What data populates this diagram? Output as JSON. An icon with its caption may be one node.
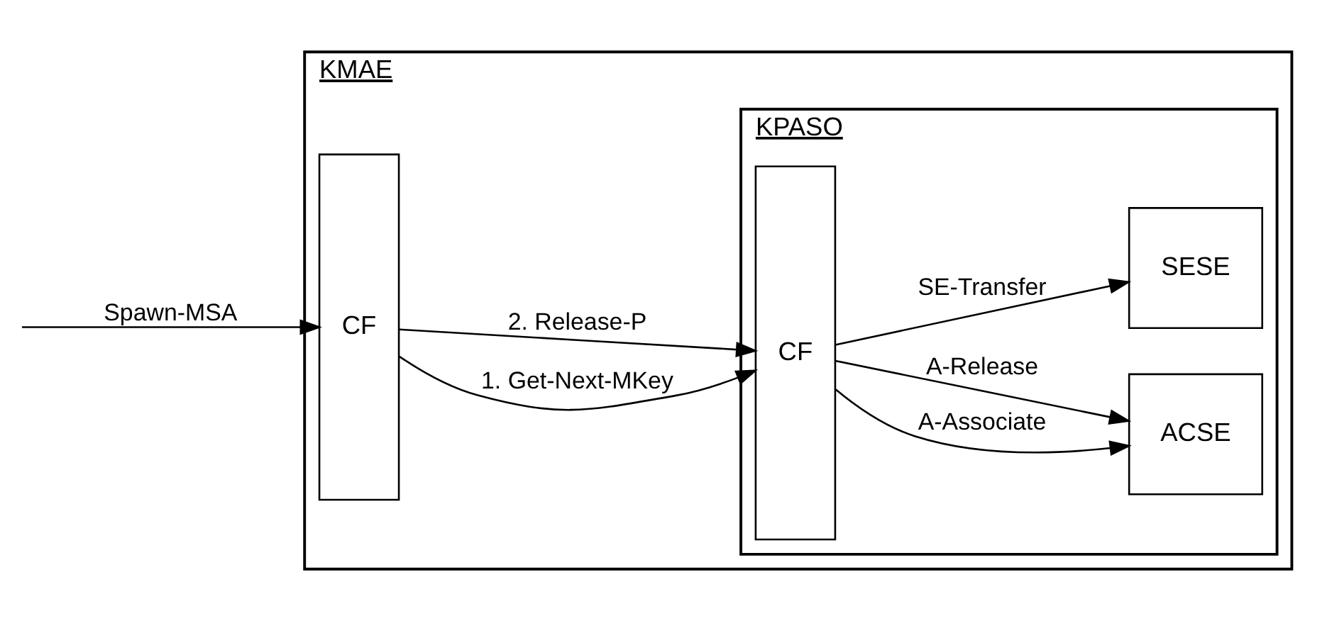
{
  "diagram": {
    "nodes": [
      {
        "text": [
          "KMAE"
        ]
      },
      {
        "text": [
          "CF"
        ],
        "in": 0
      },
      {
        "text": [
          "KPASO"
        ],
        "in": 0
      },
      {
        "text": [
          "CF"
        ],
        "in": 2
      },
      {
        "text": [
          "ACSE"
        ],
        "in": 2
      },
      {
        "text": [
          "SESE"
        ],
        "in": 2
      }
    ],
    "edges": [
      {
        "from": null,
        "to": 1,
        "arrow": "to",
        "label": "Spawn-MSA"
      },
      {
        "from": 1,
        "to": 3,
        "arrow": "to",
        "label": "1. Get-Next-MKey"
      },
      {
        "from": 1,
        "to": 3,
        "arrow": "to",
        "label": "2. Release-P"
      },
      {
        "from": 3,
        "to": 4,
        "arrow": "to",
        "label": "A-Associate"
      },
      {
        "from": 3,
        "to": 4,
        "arrow": "to",
        "label": "A-Release"
      },
      {
        "from": 3,
        "to": 5,
        "arrow": "to",
        "label": "SE-Transfer"
      }
    ]
  }
}
